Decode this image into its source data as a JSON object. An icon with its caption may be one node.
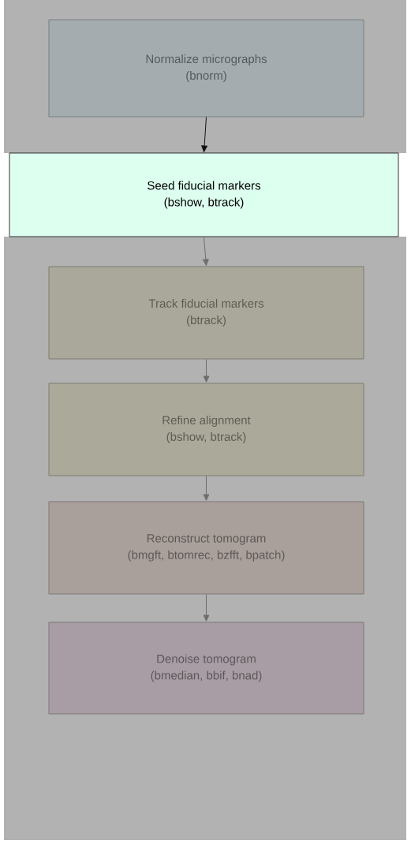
{
  "diagram": {
    "nodes": [
      {
        "text": [
          "Normalize micrographs",
          "(bnorm)"
        ]
      },
      {
        "text": [
          "Seed fiducial markers",
          "(bshow, btrack)"
        ]
      },
      {
        "text": [
          "Track fiducial markers",
          "(btrack)"
        ]
      },
      {
        "text": [
          "Refine alignment",
          "(bshow, btrack)"
        ]
      },
      {
        "text": [
          "Reconstruct tomogram",
          "(bmgft, btomrec, bzfft, bpatch)"
        ]
      },
      {
        "text": [
          "Denoise tomogram",
          "(bmedian, bbif, bnad)"
        ]
      }
    ],
    "edges": [
      {
        "from": 0,
        "to": 1,
        "arrow": "to",
        "color": "#111111"
      },
      {
        "from": 1,
        "to": 2,
        "arrow": "to"
      },
      {
        "from": 2,
        "to": 3,
        "arrow": "to"
      },
      {
        "from": 3,
        "to": 4,
        "arrow": "to"
      },
      {
        "from": 4,
        "to": 5,
        "arrow": "to"
      }
    ]
  }
}
